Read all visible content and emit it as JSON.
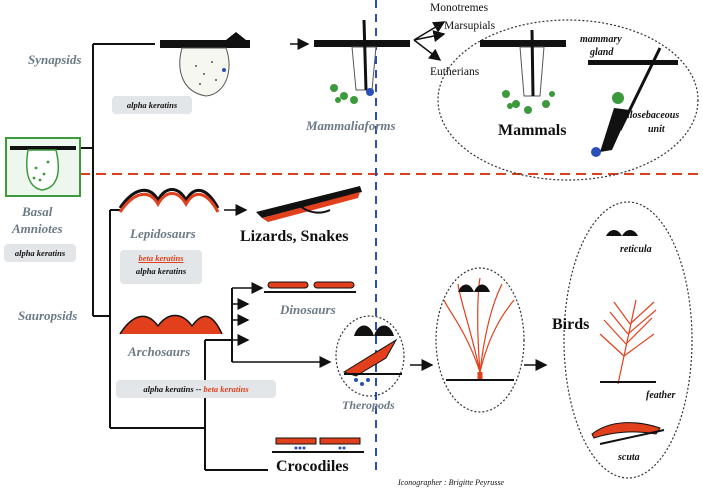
{
  "groups": {
    "synapsids": "Synapsids",
    "basal_amniotes": [
      "Basal",
      "Amniotes"
    ],
    "sauropsids": "Sauropsids",
    "mammaliaforms": "Mammaliaforms",
    "monotremes": "Monotremes",
    "marsupials": "Marsupials",
    "eutherians": "Eutherians",
    "mammals": "Mammals",
    "mammary_gland": [
      "mammary",
      "gland"
    ],
    "pilosebaceous_unit": [
      "pilosebaceous",
      "unit"
    ],
    "lepidosaurs": "Lepidosaurs",
    "lizards_snakes": "Lizards, Snakes",
    "archosaurs": "Archosaurs",
    "dinosaurs": "Dinosaurs",
    "theropods": "Theropods",
    "birds": "Birds",
    "crocodiles": "Crocodiles",
    "reticula": "reticula",
    "feather": "feather",
    "scuta": "scuta"
  },
  "keratin_labels": {
    "synapsids": "alpha keratins",
    "basal": "alpha keratins",
    "lepidosaurs_beta": "beta keratins",
    "lepidosaurs_alpha": "alpha keratins",
    "archosaurs_alpha": "alpha keratins --",
    "archosaurs_beta": "beta keratins"
  },
  "credit": "Iconographer : Brigitte Peyrusse",
  "colors": {
    "red_dash": "#e2401c",
    "blue_dash": "#2b4fb8",
    "beta_red": "#e2401c",
    "gland_green": "#3c9a3c",
    "label_gray": "#6c7a87",
    "box_bg": "#e3e6e8"
  }
}
